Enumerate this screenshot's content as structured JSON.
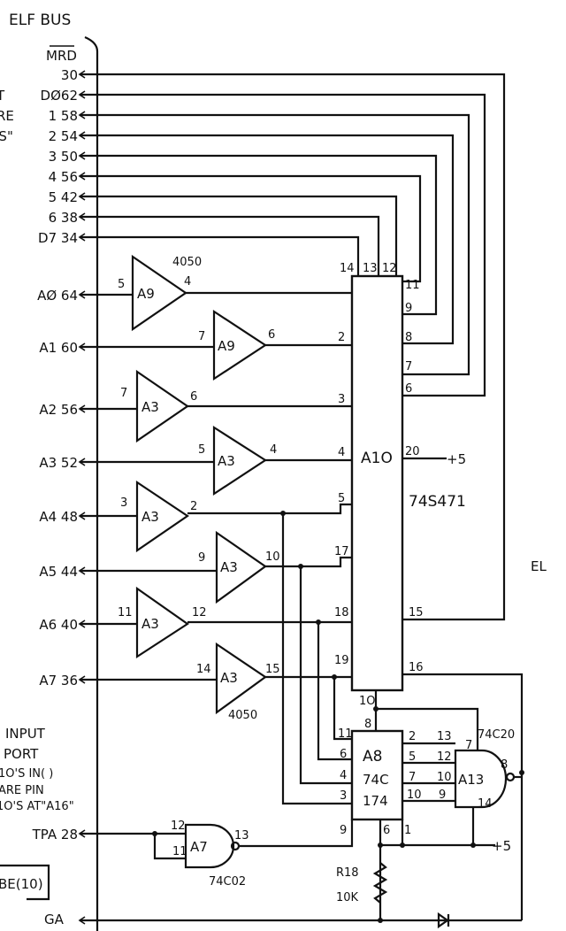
{
  "title": "ELF BUS",
  "bus_signals": {
    "mrd": "MRD",
    "data": [
      "30",
      "DØ62",
      "1 58",
      "2 54",
      "3 50",
      "4 56",
      "5 42",
      "6 38",
      "D7 34"
    ],
    "address": [
      "AØ 64",
      "A1 60",
      "A2 56",
      "A3 52",
      "A4 48",
      "A5 44",
      "A6 40",
      "A7 36"
    ],
    "tpa": "TPA 28",
    "bottom": "GA"
  },
  "buffers": [
    {
      "name": "A9",
      "in": "5",
      "out": "4"
    },
    {
      "name": "A9",
      "in": "7",
      "out": "6"
    },
    {
      "name": "A3",
      "in": "7",
      "out": "6"
    },
    {
      "name": "A3",
      "in": "5",
      "out": "4"
    },
    {
      "name": "A3",
      "in": "3",
      "out": "2"
    },
    {
      "name": "A3",
      "in": "9",
      "out": "10"
    },
    {
      "name": "A3",
      "in": "11",
      "out": "12"
    },
    {
      "name": "A3",
      "in": "14",
      "out": "15"
    }
  ],
  "buffer_part_top": "4050",
  "buffer_part_bottom": "4050",
  "a10": {
    "name": "A1O",
    "part": "74S471",
    "top_pins": [
      "14",
      "13",
      "12"
    ],
    "right_pins": [
      "11",
      "9",
      "8",
      "7",
      "6",
      "20",
      "15",
      "16",
      "1O"
    ],
    "left_pins": [
      "2",
      "3",
      "4",
      "5",
      "17",
      "18",
      "19"
    ],
    "supply": "+5"
  },
  "a8": {
    "name": "A8",
    "part_line1": "74C",
    "part_line2": "174",
    "left_pins": [
      "11",
      "6",
      "4",
      "3"
    ],
    "right_pins": [
      "2",
      "5",
      "7",
      "10"
    ],
    "top_pin": "8",
    "bottom_pins": [
      "9",
      "6",
      "1"
    ]
  },
  "a13": {
    "name": "A13",
    "part": "74C20",
    "inputs": [
      "13",
      "12",
      "10",
      "9"
    ],
    "top_pin": "7",
    "out_pin": "8",
    "bottom_pin": "14"
  },
  "a7": {
    "name": "A7",
    "part": "74C02",
    "inputs": [
      "12",
      "11"
    ],
    "out_pin": "13"
  },
  "resistor": {
    "name": "R18",
    "value": "10K"
  },
  "supply_label": "+5",
  "left_notes": [
    "T",
    "RE",
    "IS\"",
    "INPUT",
    "PORT",
    "1O'S IN( )",
    "ARE PIN",
    "1O'S AT\"A16\"",
    "BE(10)"
  ],
  "right_cut": [
    "EL"
  ]
}
